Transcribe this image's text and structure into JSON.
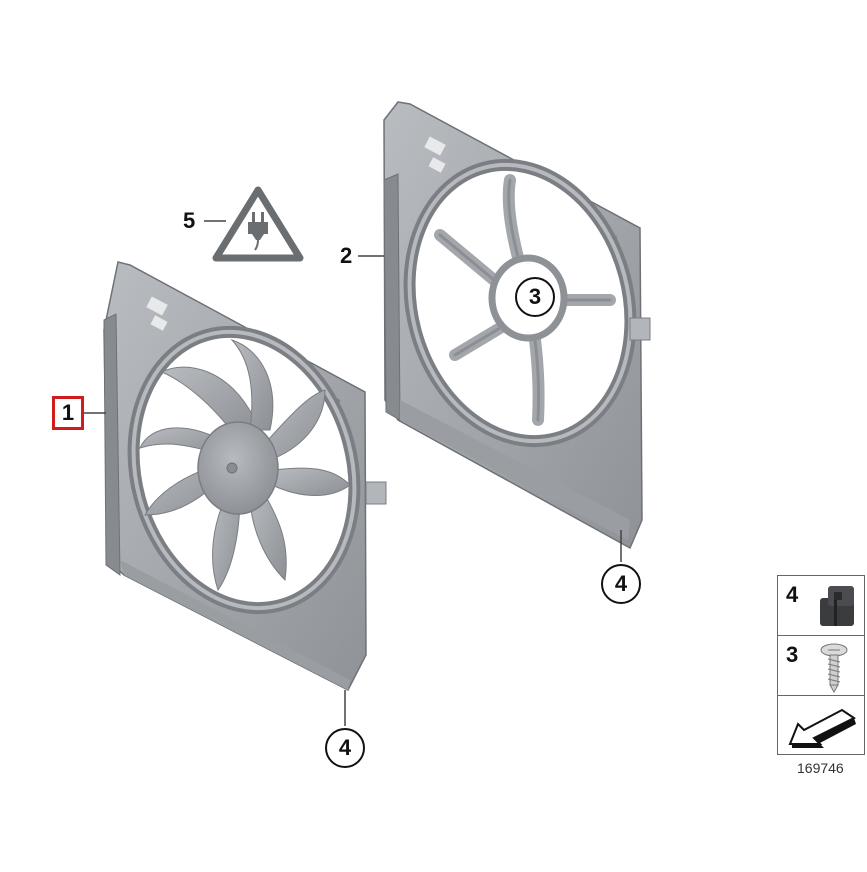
{
  "diagram": {
    "type": "parts-catalog-exploded-view",
    "subject": "Radiator cooling fan and shroud assembly",
    "callouts": [
      {
        "id": "1",
        "label": "1",
        "style": "red-box-highlighted",
        "target": "fan-shroud-with-fan"
      },
      {
        "id": "2",
        "label": "2",
        "style": "plain",
        "target": "fan-shroud-housing"
      },
      {
        "id": "3",
        "label": "3",
        "style": "circled",
        "target": "screw"
      },
      {
        "id": "4a",
        "label": "4",
        "style": "circled",
        "target": "rubber-mount-right-shroud"
      },
      {
        "id": "4b",
        "label": "4",
        "style": "circled",
        "target": "rubber-mount-left-shroud"
      },
      {
        "id": "5",
        "label": "5",
        "style": "plain",
        "target": "electrical-connector-warning-symbol"
      }
    ],
    "legend": {
      "items": [
        {
          "number": "4",
          "icon": "rubber-mount-icon"
        },
        {
          "number": "3",
          "icon": "screw-icon"
        },
        {
          "number": "",
          "icon": "direction-arrow-icon"
        }
      ]
    },
    "part_number": "169746",
    "colors": {
      "highlight": "#d01c1c",
      "part_gray": "#9a9ea3",
      "part_light": "#c3c6ca",
      "part_dark": "#6e7277",
      "symbol_gray": "#6b6e71"
    }
  }
}
